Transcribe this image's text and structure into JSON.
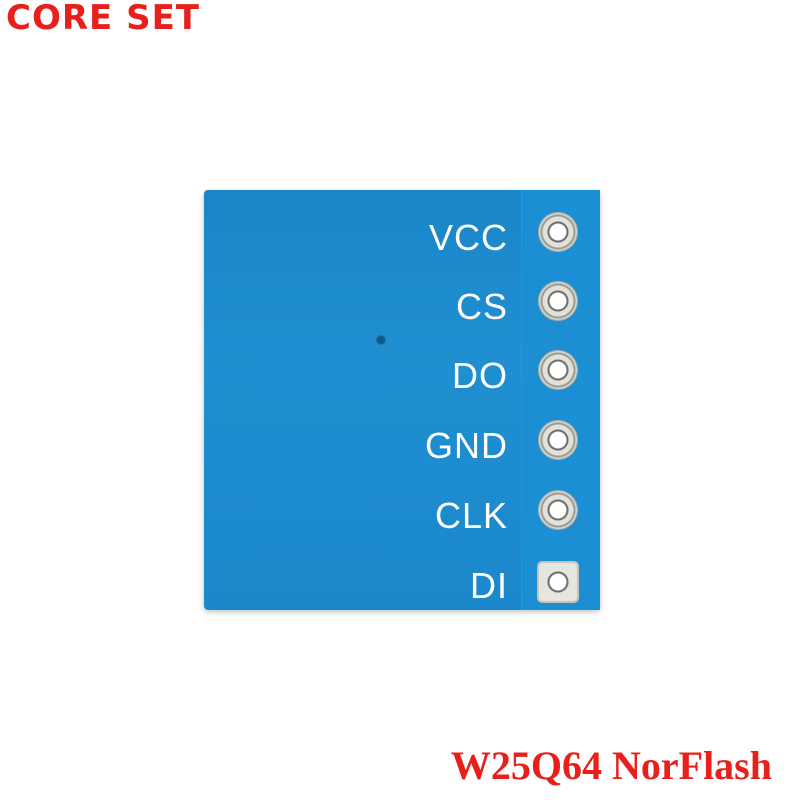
{
  "brand": {
    "text": "CORE SET",
    "color": "#e8201c"
  },
  "board": {
    "color": "#1f8fd2",
    "pins": [
      {
        "label": "VCC",
        "pad": "round"
      },
      {
        "label": "CS",
        "pad": "round"
      },
      {
        "label": "DO",
        "pad": "round"
      },
      {
        "label": "GND",
        "pad": "round"
      },
      {
        "label": "CLK",
        "pad": "round"
      },
      {
        "label": "DI",
        "pad": "square"
      }
    ]
  },
  "caption": {
    "text": "W25Q64 NorFlash",
    "color": "#e8201c"
  }
}
